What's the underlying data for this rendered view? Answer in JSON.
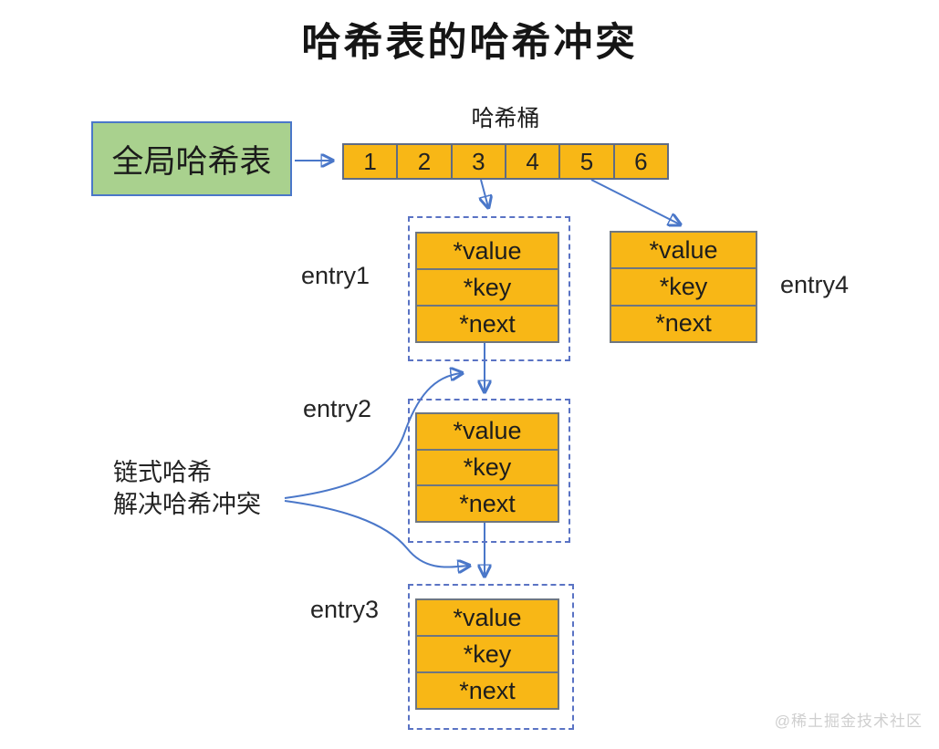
{
  "title": "哈希表的哈希冲突",
  "global_table_label": "全局哈希表",
  "bucket": {
    "label": "哈希桶",
    "cells": [
      "1",
      "2",
      "3",
      "4",
      "5",
      "6"
    ]
  },
  "entries": [
    {
      "label": "entry1",
      "fields": [
        "*value",
        "*key",
        "*next"
      ]
    },
    {
      "label": "entry2",
      "fields": [
        "*value",
        "*key",
        "*next"
      ]
    },
    {
      "label": "entry3",
      "fields": [
        "*value",
        "*key",
        "*next"
      ]
    },
    {
      "label": "entry4",
      "fields": [
        "*value",
        "*key",
        "*next"
      ]
    }
  ],
  "annotation": {
    "line1": "链式哈希",
    "line2": "解决哈希冲突"
  },
  "watermark": "@稀土掘金技术社区",
  "colors": {
    "orange_fill": "#F8B716",
    "green_fill": "#A9D18E",
    "accent_blue": "#4A77C9"
  }
}
